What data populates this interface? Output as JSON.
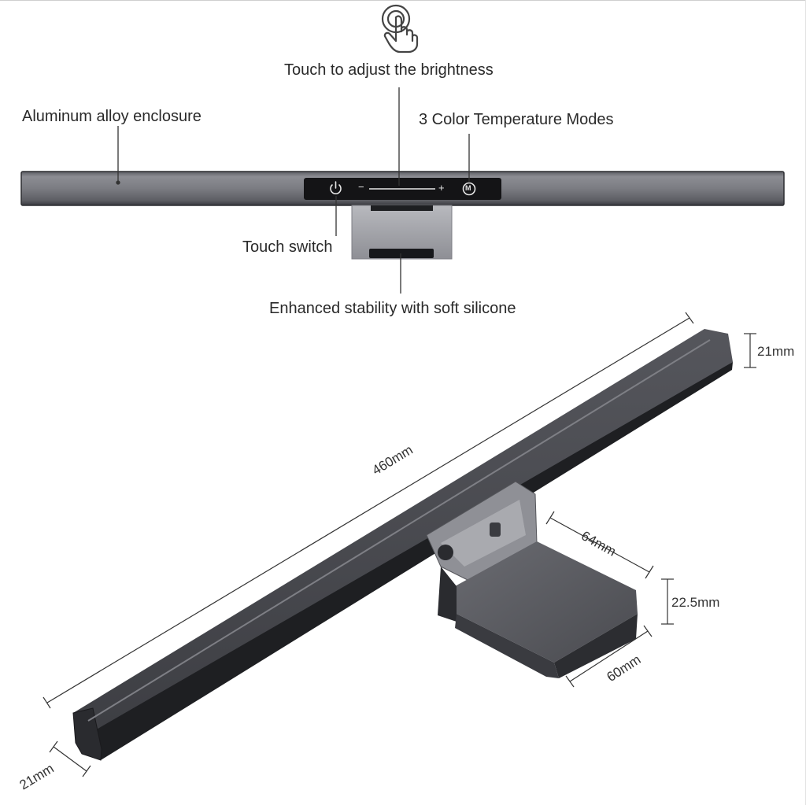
{
  "callouts": {
    "brightness": "Touch to adjust the brightness",
    "enclosure": "Aluminum alloy enclosure",
    "color_modes": "3 Color Temperature Modes",
    "touch_switch": "Touch switch",
    "stability": "Enhanced stability with soft silicone"
  },
  "control_panel": {
    "minus": "−",
    "plus": "+",
    "mode": "M"
  },
  "dimensions": {
    "length": "460mm",
    "bar_height_top": "21mm",
    "bar_height_bottom": "21mm",
    "clip_depth": "64mm",
    "clip_height": "22.5mm",
    "clip_width": "60mm"
  },
  "icons": {
    "touch": "touch-hand-icon",
    "power": "power-icon",
    "mode": "mode-m-icon"
  },
  "colors": {
    "bar_top": "#8a8b91",
    "bar_dark": "#2b2c30",
    "panel": "#141416",
    "text": "#2a2a2a"
  }
}
